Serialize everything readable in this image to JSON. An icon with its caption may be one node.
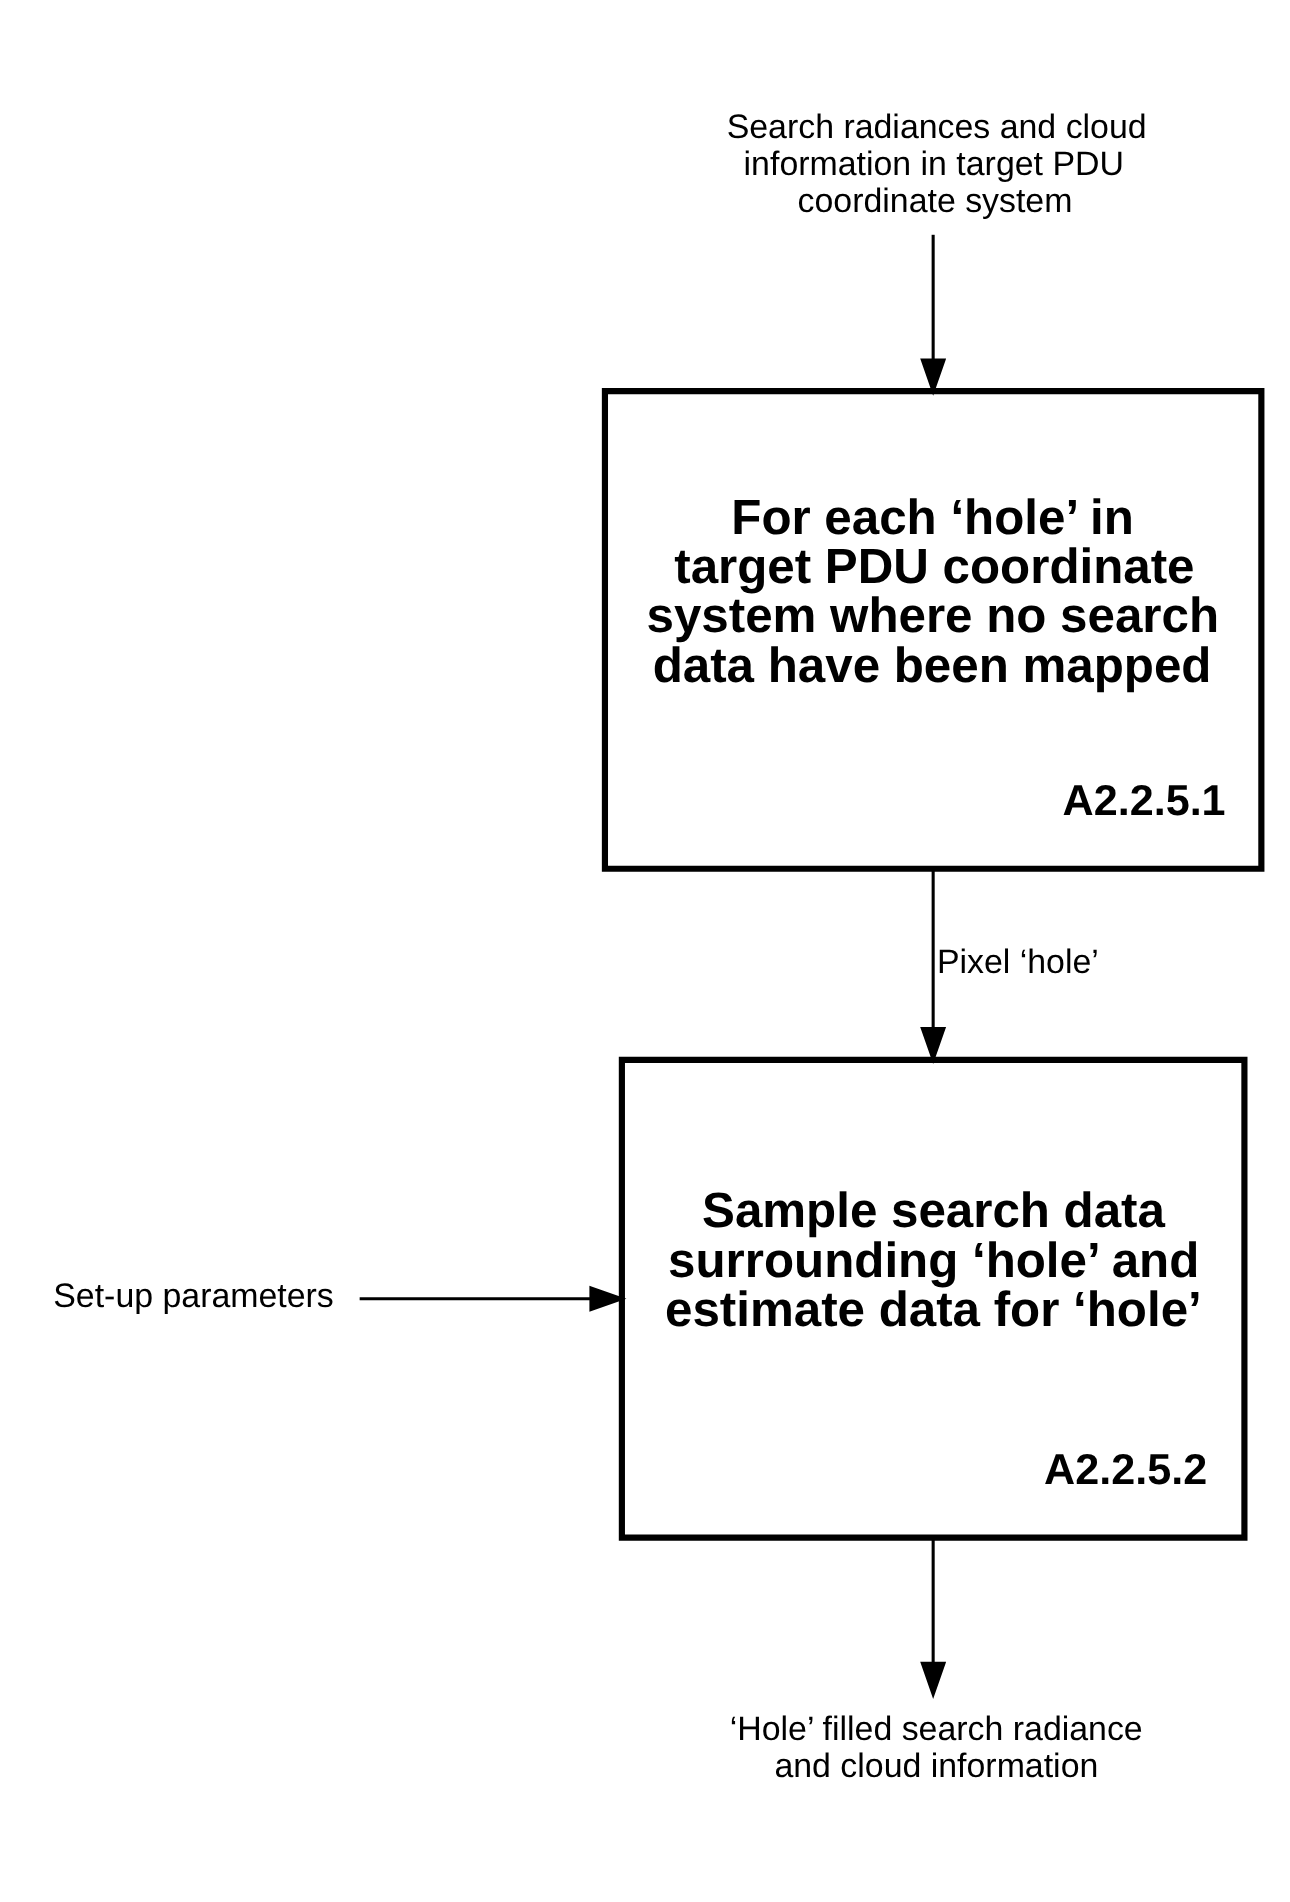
{
  "diagram": {
    "nodes": [
      {
        "text": [
          "Search radiances and cloud information in target PDU coordinate system"
        ]
      },
      {
        "text": [
          "For each ‘hole’ in target PDU coordinate system where no search data have been mapped",
          "A2.2.5.1"
        ]
      },
      {
        "text": [
          "Sample search data surrounding ‘hole’ and estimate data for ‘hole’",
          "A2.2.5.2"
        ]
      },
      {
        "text": [
          "Set-up parameters"
        ]
      },
      {
        "text": [
          "‘Hole’ filled search radiance and cloud information"
        ]
      }
    ],
    "edges": [
      {
        "from": 0,
        "to": 1,
        "arrow": "to"
      },
      {
        "from": 1,
        "to": 2,
        "arrow": "to",
        "label": "Pixel ‘hole’"
      },
      {
        "from": 3,
        "to": 2,
        "arrow": "to"
      },
      {
        "from": 2,
        "to": 4,
        "arrow": "to"
      }
    ]
  }
}
